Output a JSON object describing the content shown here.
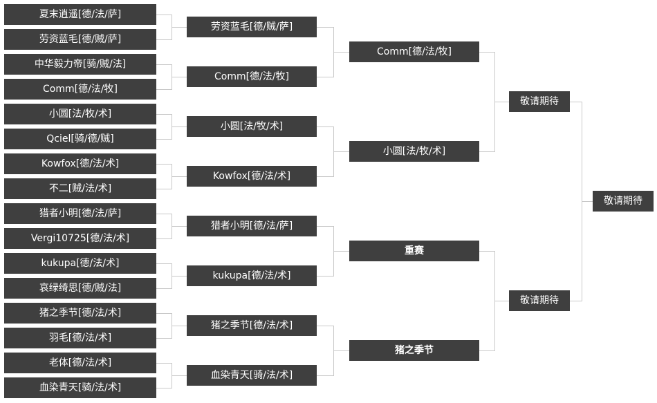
{
  "rounds": [
    {
      "id": "round-1",
      "matches": [
        "夏末逍遥[德/法/萨]",
        "劳资蓝毛[德/贼/萨]",
        "中华毅力帝[骑/贼/法]",
        "Comm[德/法/牧]",
        "小圆[法/牧/术]",
        "Qciel[骑/德/贼]",
        "Kowfox[德/法/术]",
        "不二[贼/法/术]",
        "猎者小明[德/法/萨]",
        "Vergi10725[德/法/术]",
        "kukupa[德/法/术]",
        "哀绿绮思[德/贼/法]",
        "猪之季节[德/法/术]",
        "羽毛[德/法/术]",
        "老体[德/法/术]",
        "血染青天[骑/法/术]"
      ]
    },
    {
      "id": "round-2",
      "matches": [
        "劳资蓝毛[德/贼/萨]",
        "Comm[德/法/牧]",
        "小圆[法/牧/术]",
        "Kowfox[德/法/术]",
        "猎者小明[德/法/萨]",
        "kukupa[德/法/术]",
        "猪之季节[德/法/术]",
        "血染青天[骑/法/术]"
      ]
    },
    {
      "id": "round-3",
      "matches": [
        "Comm[德/法/牧]",
        "小圆[法/牧/术]",
        "重赛",
        "猪之季节"
      ],
      "bold": [
        false,
        false,
        true,
        true
      ]
    },
    {
      "id": "semifinal",
      "matches": [
        "敬请期待",
        "敬请期待"
      ]
    },
    {
      "id": "final",
      "matches": [
        "敬请期待"
      ]
    }
  ],
  "colors": {
    "node_bg": "#3f3f3f",
    "node_text": "#ffffff",
    "connector": "#c8c8c8",
    "background": "#ffffff"
  }
}
